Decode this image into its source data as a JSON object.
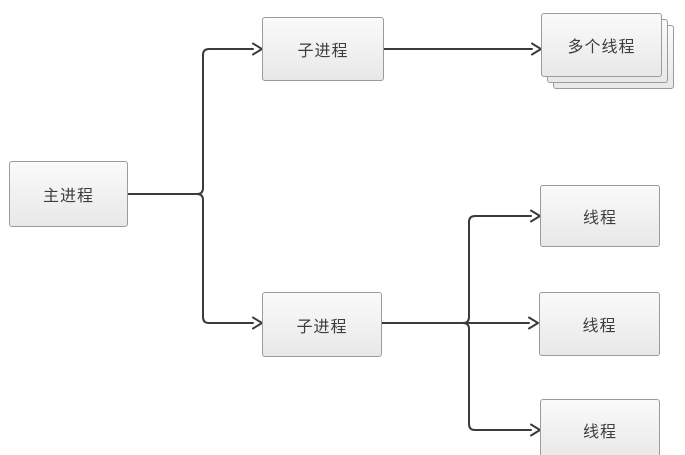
{
  "diagram": {
    "title": "process-thread-diagram",
    "nodes": {
      "main_process": {
        "label": "主进程"
      },
      "child_process_top": {
        "label": "子进程"
      },
      "multi_threads": {
        "label": "多个线程"
      },
      "thread_1": {
        "label": "线程"
      },
      "child_process_bottom": {
        "label": "子进程"
      },
      "thread_2": {
        "label": "线程"
      },
      "thread_3": {
        "label": "线程"
      }
    },
    "colors": {
      "background": "#ffffff",
      "node_fill_top": "#fafafa",
      "node_fill_bottom": "#e8e8e8",
      "node_border": "#9b9b9b",
      "text_color": "#3e3e3e",
      "line_color": "#3b3b3b"
    }
  }
}
